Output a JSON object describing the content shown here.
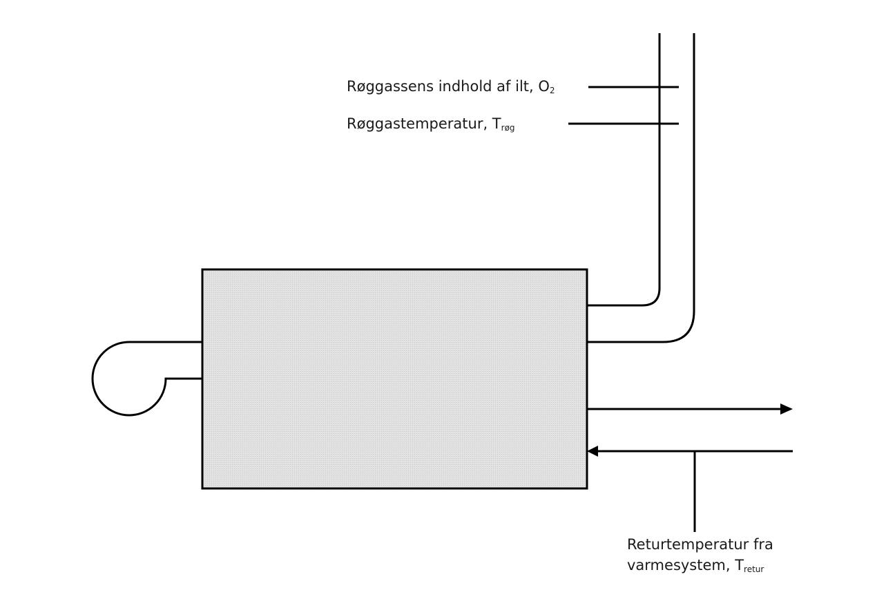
{
  "diagram": {
    "title": "Boiler measurement points diagram",
    "colors": {
      "stroke": "#000000",
      "boiler_fill": "#dcdcdc",
      "text": "#1a1a1a"
    },
    "components": {
      "boiler": "boiler",
      "burner_fan": "burner-fan",
      "flue_pipe": "flue-pipe",
      "supply_flow": "supply-flow-arrow",
      "return_flow": "return-flow-arrow"
    },
    "labels": {
      "oxygen": {
        "text": "Røggassens indhold af ilt, O",
        "subscript": "2"
      },
      "flue_temp": {
        "text": "Røggastemperatur, T",
        "subscript": "røg"
      },
      "return_temp_line1": "Returtemperatur fra",
      "return_temp_line2": {
        "text": "varmesystem, T",
        "subscript": "retur"
      }
    }
  }
}
